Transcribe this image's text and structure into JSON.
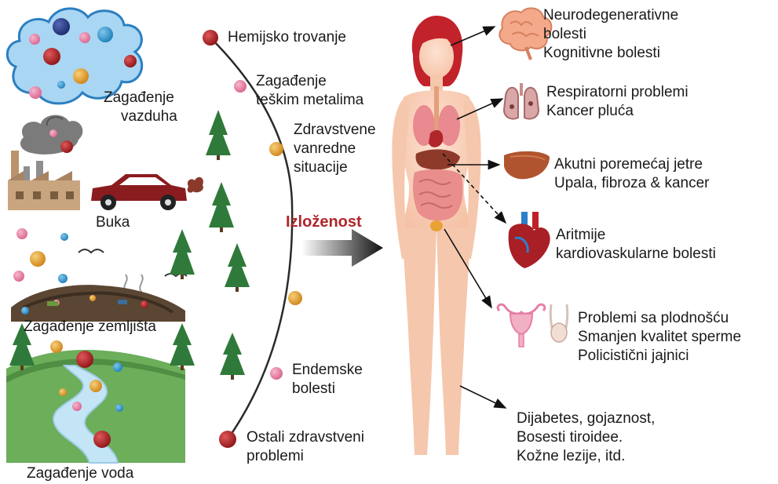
{
  "left_sources": {
    "air": [
      "Zagađenje",
      "vazduha"
    ],
    "noise": "Buka",
    "soil": "Zagađenje zemljišta",
    "water": "Zagađenje voda"
  },
  "middle_chain": [
    {
      "lines": [
        "Hemijsko trovanje"
      ],
      "color": "#a61e22"
    },
    {
      "lines": [
        "Zagađenje",
        "teškim metalima"
      ],
      "color": "#e77fa6"
    },
    {
      "lines": [
        "Zdravstvene",
        "vanredne",
        "situacije"
      ],
      "color": "#e9a233"
    },
    {
      "lines": [],
      "color": "#e9a233"
    },
    {
      "lines": [
        "Endemske",
        "bolesti"
      ],
      "color": "#e77fa6"
    },
    {
      "lines": [
        "Ostali zdravstveni",
        "problemi"
      ],
      "color": "#a61e22"
    }
  ],
  "exposure_label": "Izloženost",
  "outcomes": [
    {
      "organ_icon": "brain-icon",
      "lines": [
        "Neurodegenerativne",
        "bolesti",
        "Kognitivne bolesti"
      ]
    },
    {
      "organ_icon": "lungs-icon",
      "lines": [
        "Respiratorni problemi",
        "Kancer pluća"
      ]
    },
    {
      "organ_icon": "liver-icon",
      "lines": [
        "Akutni poremećaj jetre",
        "Upala, fibroza & kancer"
      ]
    },
    {
      "organ_icon": "heart-icon",
      "lines": [
        "Aritmije",
        "kardiovaskularne bolesti"
      ]
    },
    {
      "organ_icon": "reproductive-organs-icon",
      "lines": [
        "Problemi sa plodnošću",
        "Smanjen kvalitet sperme",
        "Policistični jajnici"
      ]
    },
    {
      "organ_icon": "none",
      "lines": [
        "Dijabetes, gojaznost,",
        "Bosesti tiroidee.",
        "Kožne lezije, itd."
      ]
    }
  ],
  "colors": {
    "dark_red": "#a61e22",
    "pink": "#e77fa6",
    "orange": "#e9a233",
    "blue": "#2d95cf",
    "accent_text": "#b0262b",
    "tree_green": "#2f7a3a"
  }
}
